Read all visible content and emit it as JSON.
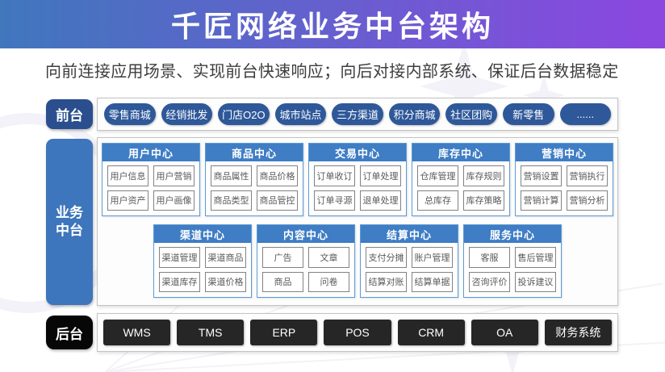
{
  "header": {
    "title": "千匠网络业务中台架构"
  },
  "subtitle": "向前连接应用场景、实现前台快速响应；向后对接内部系统、保证后台数据稳定",
  "colors": {
    "header_gradient_start": "#4077bd",
    "header_gradient_end": "#8c47e0",
    "subtitle_color": "#3d3d3d",
    "front_label_bg": "#2b4f8e",
    "front_pill_bg": "#2e5899",
    "middle_label_bg": "#3d76bc",
    "center_head_bg": "#3f7dc4",
    "center_border": "#5b9bd5",
    "cell_border": "#828282",
    "cell_text": "#595959",
    "back_label_bg": "#070707",
    "back_btn_bg": "#262626",
    "deco_color": "#f3f2f8"
  },
  "front": {
    "label": "前台",
    "items": [
      "零售商城",
      "经销批发",
      "门店O2O",
      "城市站点",
      "三方渠道",
      "积分商城",
      "社区团购",
      "新零售",
      "......"
    ]
  },
  "middle": {
    "label_line1": "业务",
    "label_line2": "中台",
    "rows": [
      [
        {
          "title": "用户中心",
          "items": [
            "用户信息",
            "用户营销",
            "用户资产",
            "用户画像"
          ]
        },
        {
          "title": "商品中心",
          "items": [
            "商品属性",
            "商品价格",
            "商品类型",
            "商品管控"
          ]
        },
        {
          "title": "交易中心",
          "items": [
            "订单收订",
            "订单处理",
            "订单寻源",
            "退单处理"
          ]
        },
        {
          "title": "库存中心",
          "items": [
            "仓库管理",
            "库存规则",
            "总库存",
            "库存策略"
          ]
        },
        {
          "title": "营销中心",
          "items": [
            "营销设置",
            "营销执行",
            "营销计算",
            "营销分析"
          ]
        }
      ],
      [
        {
          "title": "渠道中心",
          "items": [
            "渠道管理",
            "渠道商品",
            "渠道库存",
            "渠道价格"
          ]
        },
        {
          "title": "内容中心",
          "items": [
            "广告",
            "文章",
            "商品",
            "问卷"
          ]
        },
        {
          "title": "结算中心",
          "items": [
            "支付分摊",
            "账户管理",
            "结算对账",
            "结算单据"
          ]
        },
        {
          "title": "服务中心",
          "items": [
            "客服",
            "售后管理",
            "咨询评价",
            "投诉建议"
          ]
        }
      ]
    ]
  },
  "back": {
    "label": "后台",
    "items": [
      "WMS",
      "TMS",
      "ERP",
      "POS",
      "CRM",
      "OA",
      "财务系统"
    ]
  }
}
